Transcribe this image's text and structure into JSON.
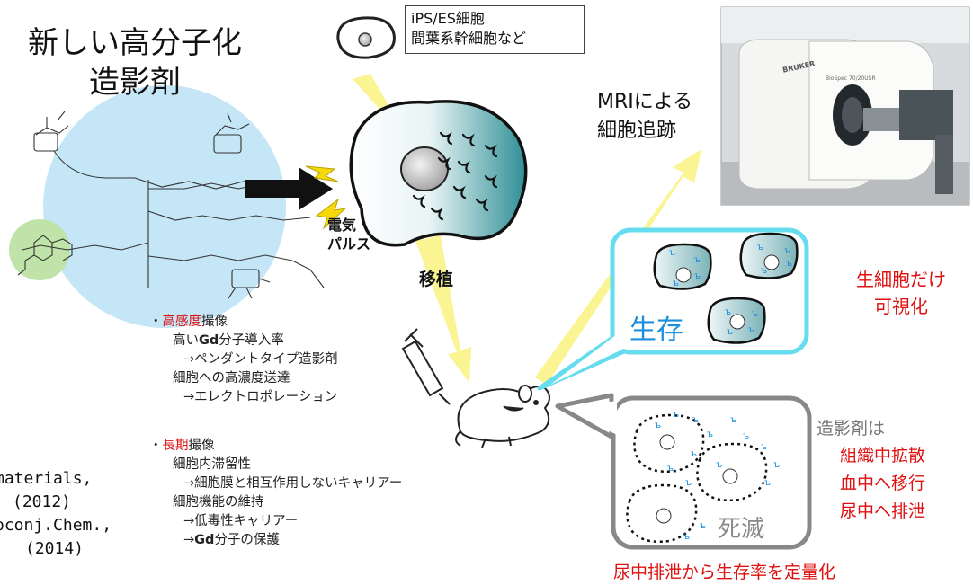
{
  "title": {
    "line1": "新しい高分子化",
    "line2": "造影剤"
  },
  "cell_source": {
    "line1": "iPS/ES細胞",
    "line2": "間葉系幹細胞など"
  },
  "electric_pulse": {
    "line1": "電気",
    "line2": "パルス"
  },
  "transplant": "移植",
  "mri_tracking": {
    "line1": "MRIによる",
    "line2": "細胞追跡"
  },
  "mri_brand": "BRUKER",
  "mri_model": "BioSpec 70/20USR",
  "survive": {
    "label": "生存",
    "note_line1": "生細胞だけ",
    "note_line2": "可視化"
  },
  "death": {
    "label": "死滅"
  },
  "contrast_fate": {
    "head": "造影剤は",
    "items": [
      "組織中拡散",
      "血中へ移行",
      "尿中へ排泄"
    ]
  },
  "quantify": "尿中排泄から生存率を定量化",
  "features": {
    "sensitivity": {
      "bullet": "・",
      "highlight": "高感度",
      "suffix": "撮像",
      "items": [
        {
          "pre": "高い",
          "bold": "Gd",
          "post": "分子導入率"
        },
        {
          "pre": "→ペンダントタイプ造影剤",
          "bold": "",
          "post": ""
        },
        {
          "pre": "細胞への高濃度送達",
          "bold": "",
          "post": ""
        },
        {
          "pre": "→エレクトロポレーション",
          "bold": "",
          "post": ""
        }
      ]
    },
    "longterm": {
      "bullet": "・",
      "highlight": "長期",
      "suffix": "撮像",
      "items": [
        {
          "pre": "細胞内滞留性",
          "bold": "",
          "post": ""
        },
        {
          "pre": "→細胞膜と相互作用しないキャリアー",
          "bold": "",
          "post": ""
        },
        {
          "pre": "細胞機能の維持",
          "bold": "",
          "post": ""
        },
        {
          "pre": "→低毒性キャリアー",
          "bold": "",
          "post": ""
        },
        {
          "pre": "→",
          "bold": "Gd",
          "post": "分子の保護"
        }
      ]
    }
  },
  "references": [
    "materials,",
    "(2012)",
    "oconj.Chem.,",
    "(2014)"
  ],
  "colors": {
    "cyan": "#66ddee",
    "arrow": "#faf38c",
    "red": "#e01010",
    "gray": "#888888",
    "blue": "#1a8fe0",
    "cellTeal": "#3aa0a8"
  }
}
